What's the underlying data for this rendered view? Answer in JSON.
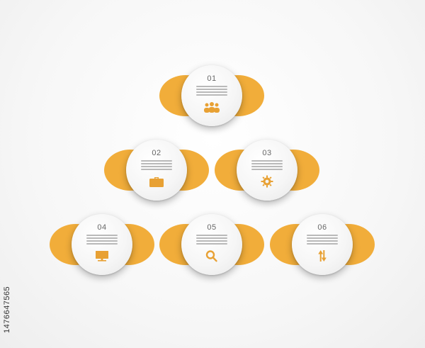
{
  "colors": {
    "accent_light": "#f1ad3a",
    "accent_dark": "#c9841c",
    "icon": "#e8a134"
  },
  "steps": [
    {
      "number": "01",
      "icon": "people-icon"
    },
    {
      "number": "02",
      "icon": "briefcase-icon"
    },
    {
      "number": "03",
      "icon": "gear-icon"
    },
    {
      "number": "04",
      "icon": "monitor-icon"
    },
    {
      "number": "05",
      "icon": "magnifier-icon"
    },
    {
      "number": "06",
      "icon": "sort-arrows-icon"
    }
  ],
  "stock_id": "1476647565"
}
